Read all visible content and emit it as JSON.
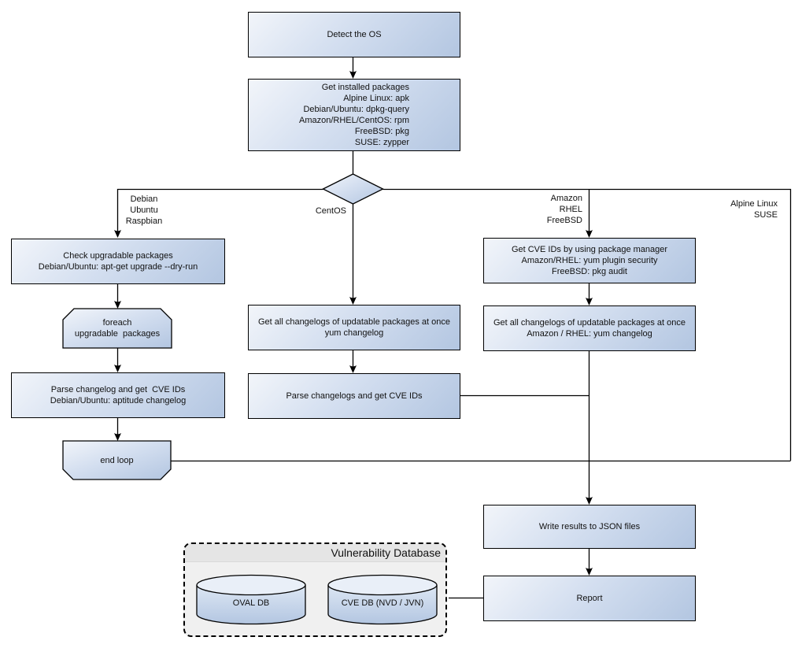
{
  "nodes": {
    "detect_os": {
      "lines": [
        "Detect the OS"
      ]
    },
    "get_installed_packages": {
      "lines": [
        "Get installed packages",
        "Alpine Linux: apk",
        "Debian/Ubuntu: dpkg-query",
        "Amazon/RHEL/CentOS: rpm",
        "FreeBSD: pkg",
        "SUSE: zypper"
      ]
    },
    "check_upgradable": {
      "lines": [
        "Check upgradable packages",
        "Debian/Ubuntu: apt-get upgrade --dry-run"
      ]
    },
    "foreach_loop": {
      "lines": [
        "foreach",
        "upgradable  packages"
      ]
    },
    "parse_changelog_deb": {
      "lines": [
        "Parse changelog and get  CVE IDs",
        "Debian/Ubuntu: aptitude changelog"
      ]
    },
    "end_loop": {
      "lines": [
        "end loop"
      ]
    },
    "get_changelogs_yum": {
      "lines": [
        "Get all changelogs of updatable packages at once",
        "yum changelog"
      ]
    },
    "parse_changelogs_yum": {
      "lines": [
        "Parse changelogs and get CVE IDs"
      ]
    },
    "get_cve_ids_pkg_mgr": {
      "lines": [
        "Get CVE IDs by using package manager",
        "Amazon/RHEL: yum plugin security",
        "FreeBSD: pkg audit"
      ]
    },
    "get_changelogs_amazon": {
      "lines": [
        "Get all changelogs of updatable packages at once",
        "Amazon / RHEL: yum changelog"
      ]
    },
    "write_results": {
      "lines": [
        "Write results to JSON files"
      ]
    },
    "report": {
      "lines": [
        "Report"
      ]
    }
  },
  "edge_labels": {
    "debian_branch": {
      "lines": [
        "Debian",
        "Ubuntu",
        "Raspbian"
      ]
    },
    "centos_branch": {
      "lines": [
        "CentOS"
      ]
    },
    "amazon_branch": {
      "lines": [
        "Amazon",
        "RHEL",
        "FreeBSD"
      ]
    },
    "alpine_branch": {
      "lines": [
        "Alpine Linux",
        "SUSE"
      ]
    }
  },
  "vulnerability_database": {
    "title": "Vulnerability Database",
    "oval_db": "OVAL DB",
    "cve_db": "CVE DB (NVD / JVN)"
  },
  "colors": {
    "node_gradient_start": "#f2f5fa",
    "node_gradient_end": "#b3c6e1",
    "stroke": "#000000",
    "db_container_fill": "#f0f0f0",
    "db_header_fill": "#e5e5e5",
    "background": "#ffffff"
  }
}
